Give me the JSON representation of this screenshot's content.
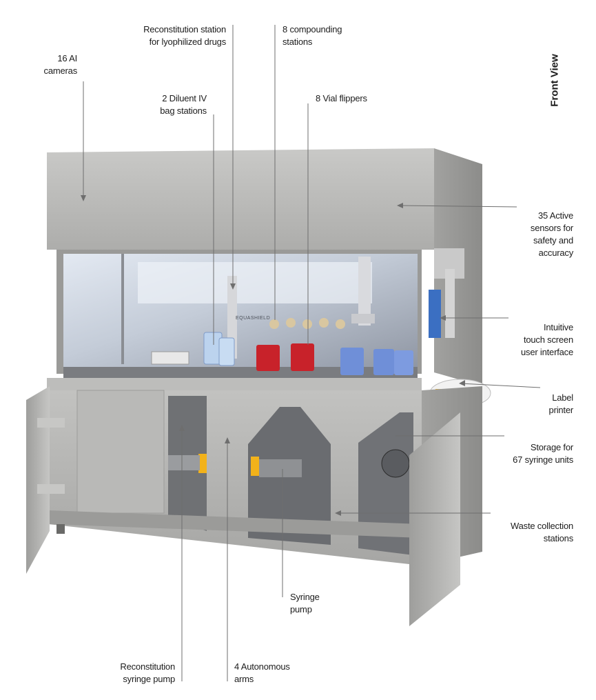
{
  "view_title": "Front View",
  "labels": {
    "ai_cameras": [
      "16 AI",
      "cameras"
    ],
    "reconstitution_station": [
      "Reconstitution station",
      "for lyophilized drugs"
    ],
    "compounding_stations": [
      "8 compounding",
      "stations"
    ],
    "diluent_bag_stations": [
      "2 Diluent IV",
      "bag stations"
    ],
    "vial_flippers": [
      "8 Vial flippers"
    ],
    "active_sensors": [
      "35 Active",
      "sensors for",
      "safety and",
      "accuracy"
    ],
    "touch_screen": [
      "Intuitive",
      "touch screen",
      "user interface"
    ],
    "label_printer": [
      "Label",
      "printer"
    ],
    "syringe_storage": [
      "Storage for",
      "67 syringe units"
    ],
    "waste_collection": [
      "Waste collection",
      "stations"
    ],
    "syringe_pump": [
      "Syringe",
      "pump"
    ],
    "reconstitution_pump": [
      "Reconstitution",
      "syringe pump"
    ],
    "autonomous_arms": [
      "4 Autonomous",
      "arms"
    ]
  },
  "machine_brand": "EQUASHIELD",
  "colors": {
    "text": "#1c1c1c",
    "leader": "#6e6e6e",
    "steel": "#b4b4b2",
    "accent_yellow": "#f2b21a",
    "drug_red": "#c8222a",
    "bag_blue": "#6f8fd8"
  }
}
